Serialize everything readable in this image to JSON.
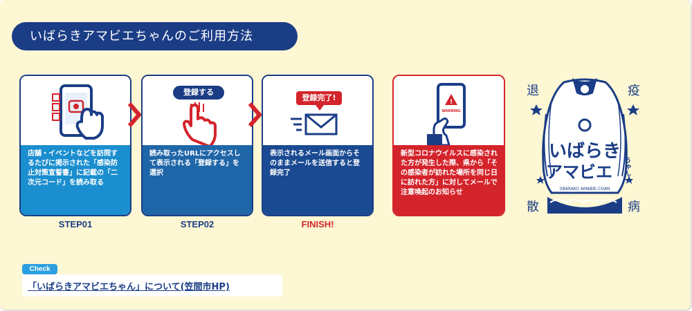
{
  "header": {
    "title": "いばらきアマビエちゃんのご利用方法"
  },
  "steps": [
    {
      "desc": "店舗・イベントなどを訪問するたびに掲示された「感染防止対策宣誓書」に記載の「二次元コード」を読み取る",
      "label": "STEP01",
      "icon": "qr-phone-icon"
    },
    {
      "desc": "読み取ったURLにアクセスして表示される「登録する」を選択",
      "label": "STEP02",
      "icon": "tap-hand-icon",
      "button_text": "登録する"
    },
    {
      "desc": "表示されるメール画面からそのままメールを送信すると登録完了",
      "label": "FINISH!",
      "icon": "mail-send-icon",
      "badge_text": "登録完了!"
    }
  ],
  "notice": {
    "desc": "新型コロナウイルスに感染された方が発生した際、県から「その感染者が訪れた場所を同じ日に訪れた方」に対してメールで注意喚起のお知らせ",
    "icon": "warning-phone-icon",
    "phone_text": "WARNING"
  },
  "mascot": {
    "name_line1": "いばらき",
    "name_line2": "アマビエ",
    "name_small": "ちゃん",
    "romaji": "(IBARAKI) AMABIE-CHAN",
    "kanji": [
      "退",
      "疫",
      "散",
      "病"
    ]
  },
  "check": {
    "tag": "Check",
    "link_text": "「いばらきアマビエちゃん」について(笠間市HP)"
  },
  "colors": {
    "panel_bg": "#fdf7d3",
    "navy": "#1b3d86",
    "step1": "#1b8ecf",
    "step2": "#1f66a8",
    "step3": "#1a4a92",
    "red": "#d4242b",
    "check_blue": "#2b9fe0"
  }
}
